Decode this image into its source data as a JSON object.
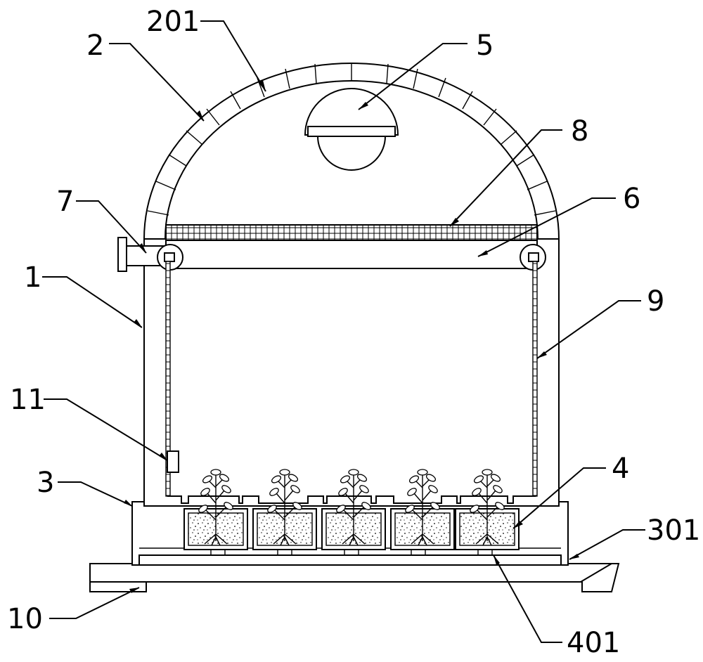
{
  "labels": {
    "l1": "1",
    "l2": "2",
    "l201": "201",
    "l3": "3",
    "l301": "301",
    "l4": "4",
    "l401": "401",
    "l5": "5",
    "l6": "6",
    "l7": "7",
    "l8": "8",
    "l9": "9",
    "l10": "10",
    "l11": "11"
  }
}
